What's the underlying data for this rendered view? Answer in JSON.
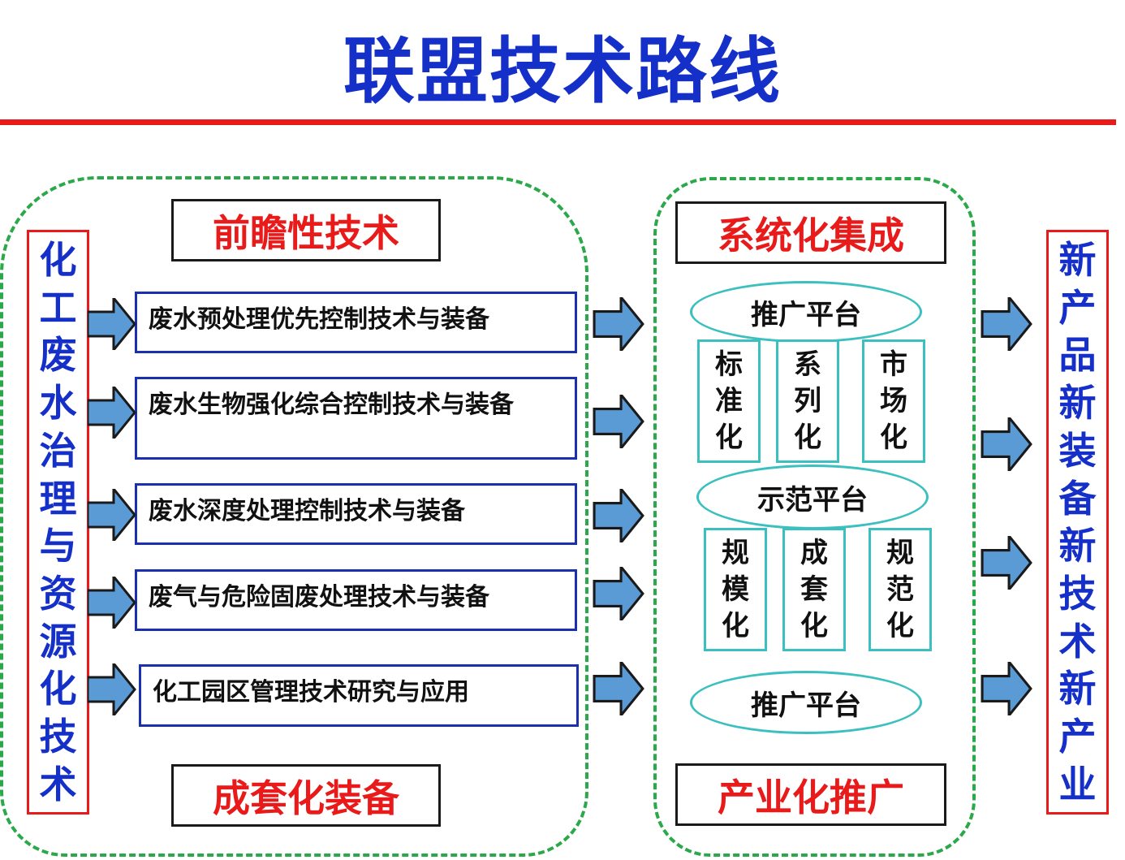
{
  "title": "联盟技术路线",
  "left_vertical": [
    "化",
    "工",
    "废",
    "水",
    "治",
    "理",
    "与",
    "资",
    "源",
    "化",
    "技",
    "术"
  ],
  "right_vertical": [
    "新",
    "产",
    "品",
    "新",
    "装",
    "备",
    "新",
    "技",
    "术",
    "新",
    "产",
    "业"
  ],
  "left_region": {
    "top_label": "前瞻性技术",
    "bottom_label": "成套化装备",
    "items": [
      "废水预处理优先控制技术与装备",
      "废水生物强化综合控制技术与装备",
      "废水深度处理控制技术与装备",
      "废气与危险固废处理技术与装备",
      "化工园区管理技术研究与应用"
    ]
  },
  "mid_region": {
    "top_label": "系统化集成",
    "bottom_label": "产业化推广",
    "ellipse_1": "推广平台",
    "ellipse_2": "示范平台",
    "ellipse_3": "推广平台",
    "row_1": [
      [
        "标",
        "准",
        "化"
      ],
      [
        "系",
        "列",
        "化"
      ],
      [
        "市",
        "场",
        "化"
      ]
    ],
    "row_2": [
      [
        "规",
        "模",
        "化"
      ],
      [
        "成",
        "套",
        "化"
      ],
      [
        "规",
        "范",
        "化"
      ]
    ]
  },
  "colors": {
    "title_blue": "#1530c8",
    "accent_red": "#e81a1a",
    "dashed_green": "#2aa84a",
    "arrow_blue": "#5b9bd5",
    "teal": "#3cbfbf"
  }
}
